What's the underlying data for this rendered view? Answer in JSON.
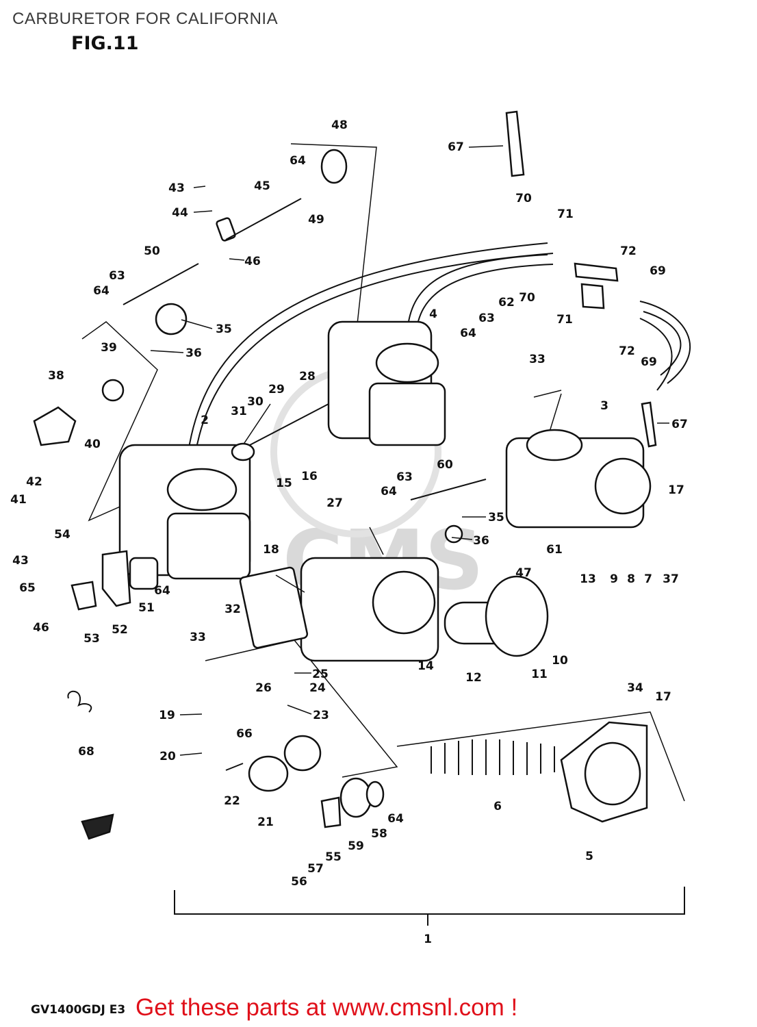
{
  "header": {
    "title": "CARBURETOR FOR CALIFORNIA",
    "figure": "FIG.11"
  },
  "footer": {
    "model_code": "GV1400GDJ E3",
    "cta_text": "Get these parts at www.cmsnl.com !"
  },
  "watermark": "CMS",
  "part_labels": {
    "p1": "1",
    "p2": "2",
    "p3": "3",
    "p4": "4",
    "p5": "5",
    "p6": "6",
    "p7": "7",
    "p8": "8",
    "p9": "9",
    "p10": "10",
    "p11": "11",
    "p12": "12",
    "p13": "13",
    "p14": "14",
    "p15": "15",
    "p16": "16",
    "p17a": "17",
    "p17b": "17",
    "p18": "18",
    "p19": "19",
    "p20": "20",
    "p21": "21",
    "p22": "22",
    "p23": "23",
    "p24": "24",
    "p25": "25",
    "p26": "26",
    "p27": "27",
    "p28": "28",
    "p29": "29",
    "p30": "30",
    "p31": "31",
    "p32": "32",
    "p33a": "33",
    "p33b": "33",
    "p34": "34",
    "p35a": "35",
    "p35b": "35",
    "p36a": "36",
    "p36b": "36",
    "p37": "37",
    "p38": "38",
    "p39": "39",
    "p40": "40",
    "p41": "41",
    "p42": "42",
    "p43a": "43",
    "p43b": "43",
    "p44": "44",
    "p45": "45",
    "p46a": "46",
    "p46b": "46",
    "p47": "47",
    "p48": "48",
    "p49": "49",
    "p50": "50",
    "p51": "51",
    "p52": "52",
    "p53": "53",
    "p54": "54",
    "p55": "55",
    "p56": "56",
    "p57": "57",
    "p58": "58",
    "p59": "59",
    "p60": "60",
    "p61": "61",
    "p62": "62",
    "p63a": "63",
    "p63b": "63",
    "p63c": "63",
    "p64a": "64",
    "p64b": "64",
    "p64c": "64",
    "p64d": "64",
    "p64e": "64",
    "p64f": "64",
    "p65": "65",
    "p66": "66",
    "p67a": "67",
    "p67b": "67",
    "p68": "68",
    "p69a": "69",
    "p69b": "69",
    "p70a": "70",
    "p70b": "70",
    "p71a": "71",
    "p71b": "71",
    "p72a": "72",
    "p72b": "72"
  }
}
